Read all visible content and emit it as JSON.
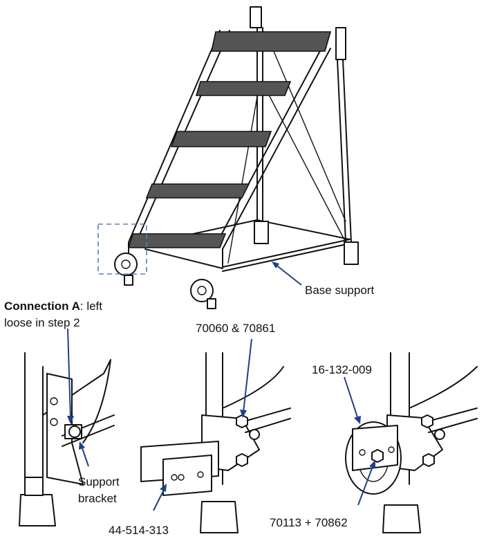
{
  "labels": {
    "base_support": "Base support",
    "connection_title": "Connection A",
    "connection_rest_line1": ": left",
    "connection_rest_line2": "loose in step 2",
    "part_70060": "70060 & 70861",
    "part_16132": "16-132-009",
    "support_line1": "Support",
    "support_line2": "bracket",
    "part_44514": "44-514-313",
    "part_70113": "70113 + 70862"
  },
  "colors": {
    "arrow": "#1f3f86",
    "dashed_box": "#5b7db8",
    "line": "#111111"
  }
}
